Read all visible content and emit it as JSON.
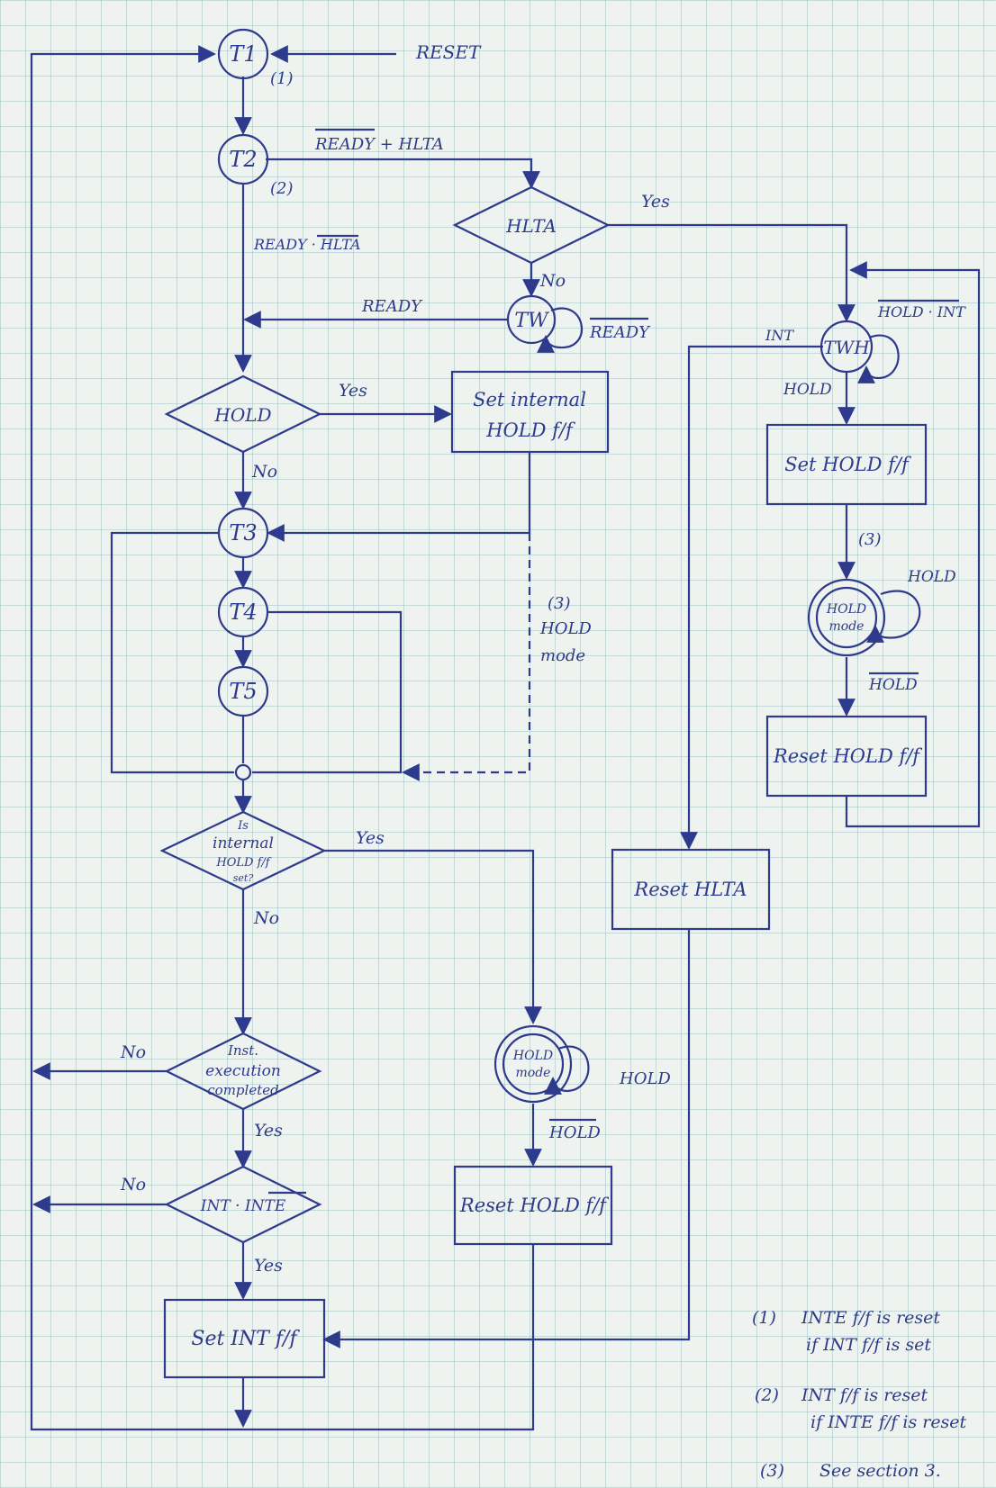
{
  "states": {
    "t1": "T1",
    "t2": "T2",
    "tw": "TW",
    "t3": "T3",
    "t4": "T4",
    "t5": "T5",
    "twh": "TWH"
  },
  "hold_mode": [
    "HOLD",
    "mode"
  ],
  "decisions": {
    "hlta": "HLTA",
    "hold": "HOLD",
    "internal_hold": [
      "Is",
      "internal",
      "HOLD f/f",
      "set?"
    ],
    "inst_complete": [
      "Inst.",
      "execution",
      "completed"
    ],
    "int_inte": "INT · INTE"
  },
  "boxes": {
    "set_internal_hold": [
      "Set internal",
      "HOLD f/f"
    ],
    "set_hold_ff": "Set HOLD f/f",
    "reset_hold_ff_right": "Reset HOLD f/f",
    "reset_hlta": "Reset HLTA",
    "reset_hold_ff_mid": "Reset HOLD f/f",
    "set_int_ff": "Set INT f/f"
  },
  "labels": {
    "reset": "RESET",
    "note1": "(1)",
    "note2": "(2)",
    "note3a": "(3)",
    "note3b": "(3)",
    "ready_bar_hlta": "READY + HLTA",
    "ready_hlta_bar": "READY · HLTA",
    "yes_hlta": "Yes",
    "no_hlta": "No",
    "ready": "READY",
    "ready_bar": "READY",
    "yes_hold": "Yes",
    "no_hold": "No",
    "hold_mode_note": [
      "HOLD",
      "mode"
    ],
    "yes_internal": "Yes",
    "no_internal": "No",
    "no_inst": "No",
    "yes_inst": "Yes",
    "no_int": "No",
    "yes_int": "Yes",
    "hold_loop_mid": "HOLD",
    "hold_bar_mid": "HOLD",
    "hold_bar_int_bar": "HOLD · INT",
    "int": "INT",
    "hold_twh": "HOLD",
    "hold_loop_right": "HOLD",
    "hold_bar_right": "HOLD"
  },
  "footnotes": [
    {
      "num": "(1)",
      "lines": [
        "INTE f/f is reset",
        "if INT f/f is set"
      ]
    },
    {
      "num": "(2)",
      "lines": [
        "INT f/f is reset",
        "if INTE f/f is reset"
      ]
    },
    {
      "num": "(3)",
      "lines": [
        "See section 3."
      ]
    }
  ],
  "colors": {
    "ink": "#2e3a8c",
    "paper": "#eef3ef",
    "grid": "#8cb6ba"
  }
}
